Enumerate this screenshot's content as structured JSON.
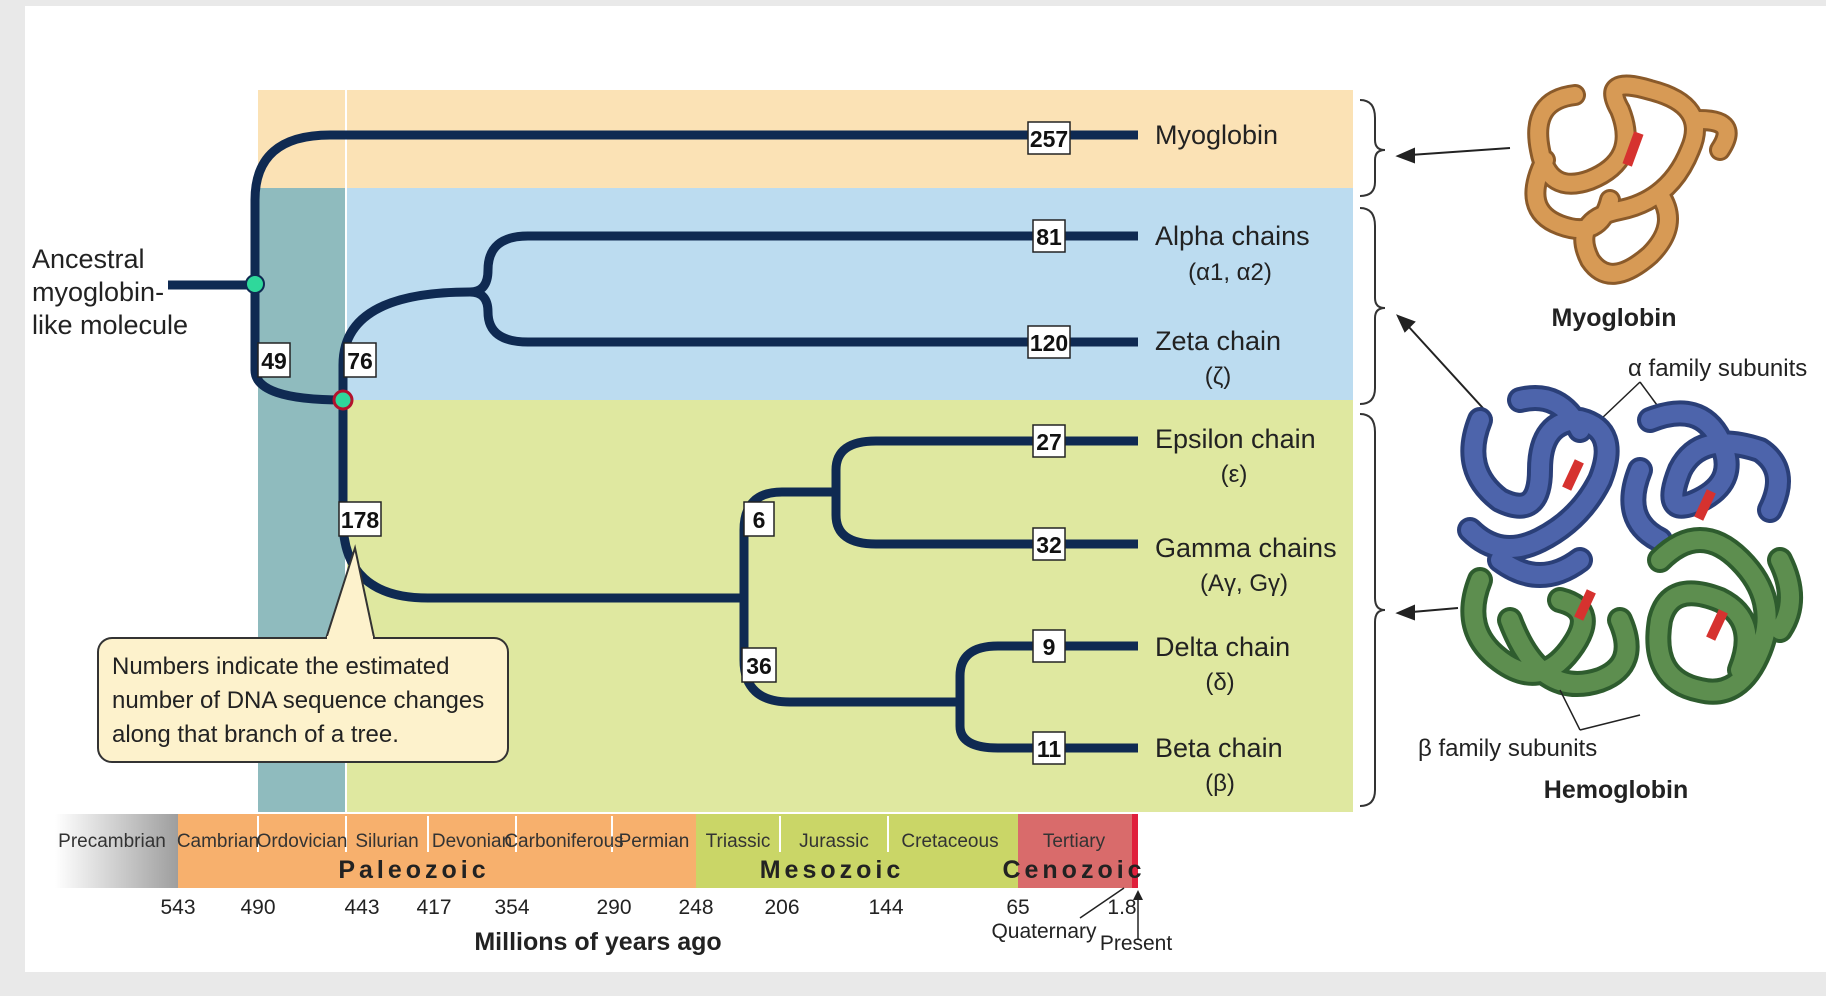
{
  "ancestor": {
    "line1": "Ancestral",
    "line2": "myoglobin-",
    "line3": "like molecule"
  },
  "leaves": [
    {
      "name": "Myoglobin",
      "sub": "",
      "count": "257"
    },
    {
      "name": "Alpha chains",
      "sub": "(α1, α2)",
      "count": "81"
    },
    {
      "name": "Zeta chain",
      "sub": "(ζ)",
      "count": "120"
    },
    {
      "name": "Epsilon chain",
      "sub": "(ε)",
      "count": "27"
    },
    {
      "name": "Gamma chains",
      "sub": "(Aγ, Gγ)",
      "count": "32"
    },
    {
      "name": "Delta chain",
      "sub": "(δ)",
      "count": "9"
    },
    {
      "name": "Beta chain",
      "sub": "(β)",
      "count": "11"
    }
  ],
  "branch_counts": {
    "myo_vs_hb": "49",
    "alpha_zeta": "76",
    "beta_family": "178",
    "eps_gamma": "6",
    "delta_beta": "36"
  },
  "note": {
    "line1": "Numbers indicate the estimated",
    "line2": "number of DNA sequence changes",
    "line3": "along that branch of a tree."
  },
  "timeline": {
    "periods": [
      "Precambrian",
      "Cambrian",
      "Ordovician",
      "Silurian",
      "Devonian",
      "Carboniferous",
      "Permian",
      "Triassic",
      "Jurassic",
      "Cretaceous",
      "Tertiary"
    ],
    "eras": [
      "Paleozoic",
      "Mesozoic",
      "Cenozoic"
    ],
    "ticks": [
      "543",
      "490",
      "443",
      "417",
      "354",
      "290",
      "248",
      "206",
      "144",
      "65",
      "1.8"
    ],
    "quaternary": "Quaternary",
    "present": "Present",
    "axis_label": "Millions of years ago"
  },
  "molecules": {
    "myoglobin": "Myoglobin",
    "hemoglobin": "Hemoglobin",
    "alpha_label": "α family subunits",
    "beta_label": "β family subunits"
  },
  "colors": {
    "myoglobin_band": "#fbe2b5",
    "alpha_band": "#bcdcf0",
    "beta_band": "#dfe8a0",
    "teal_column": "#8fbbbe",
    "branch": "#0f2a52",
    "paleozoic": "#f7b06d",
    "mesozoic": "#cad667",
    "cenozoic": "#d96b6b",
    "node_dot": "#2fd89b"
  }
}
